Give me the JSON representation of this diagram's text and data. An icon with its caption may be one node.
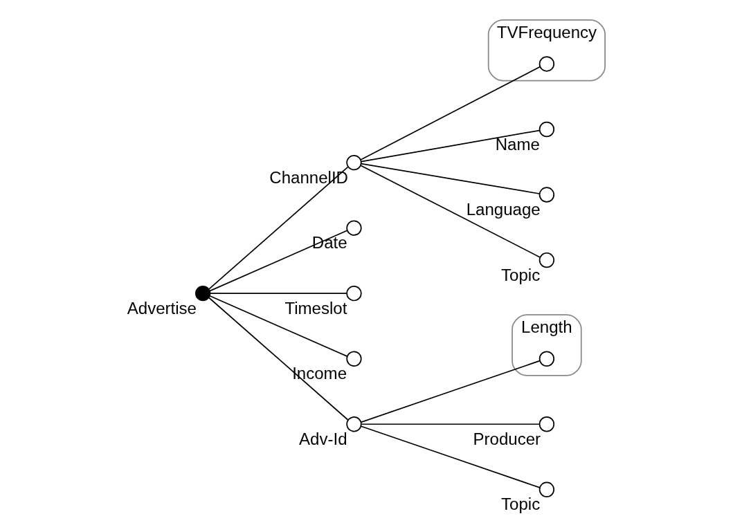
{
  "diagram": {
    "nodes": [
      {
        "text": [
          "TVFrequency"
        ]
      },
      {
        "text": [],
        "shape": "circle",
        "in": 0
      },
      {
        "text": [],
        "shape": "circle",
        "beside": [
          "Name"
        ]
      },
      {
        "text": [],
        "shape": "circle",
        "beside": [
          "Language"
        ]
      },
      {
        "text": [],
        "shape": "circle",
        "beside": [
          "Topic"
        ]
      },
      {
        "text": [],
        "shape": "circle",
        "beside": [
          "ChannelID"
        ]
      },
      {
        "text": [],
        "shape": "circle",
        "beside": [
          "Date"
        ]
      },
      {
        "text": [],
        "shape": "circle",
        "beside": [
          "Advertise"
        ]
      },
      {
        "text": [],
        "shape": "circle",
        "beside": [
          "Timeslot"
        ]
      },
      {
        "text": [],
        "shape": "circle",
        "beside": [
          "Income"
        ]
      },
      {
        "text": [],
        "shape": "circle",
        "beside": [
          "Adv-Id"
        ]
      },
      {
        "text": [
          "Length"
        ]
      },
      {
        "text": [],
        "shape": "circle",
        "in": 11
      },
      {
        "text": [],
        "shape": "circle",
        "beside": [
          "Producer"
        ]
      },
      {
        "text": [],
        "shape": "circle",
        "beside": [
          "Topic"
        ]
      }
    ],
    "edges": [
      {
        "from": 7,
        "to": 5,
        "arrow": "none"
      },
      {
        "from": 5,
        "to": 1,
        "arrow": "none"
      },
      {
        "from": 5,
        "to": 2,
        "arrow": "none"
      },
      {
        "from": 5,
        "to": 3,
        "arrow": "none"
      },
      {
        "from": 5,
        "to": 4,
        "arrow": "none"
      },
      {
        "from": 7,
        "to": 6,
        "arrow": "none"
      },
      {
        "from": 7,
        "to": 8,
        "arrow": "none"
      },
      {
        "from": 7,
        "to": 9,
        "arrow": "none"
      },
      {
        "from": 7,
        "to": 10,
        "arrow": "none"
      },
      {
        "from": 10,
        "to": 12,
        "arrow": "none"
      },
      {
        "from": 10,
        "to": 13,
        "arrow": "none"
      },
      {
        "from": 10,
        "to": 14,
        "arrow": "none"
      }
    ]
  }
}
